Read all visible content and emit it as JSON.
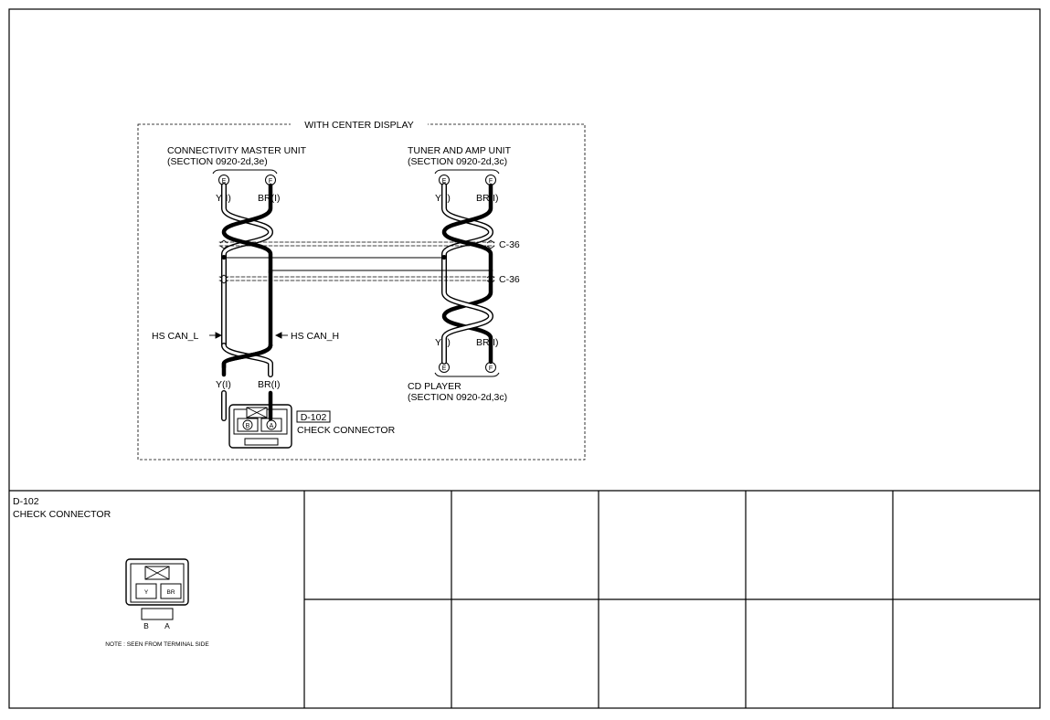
{
  "frame_label": "WITH CENTER DISPLAY",
  "units": {
    "cmu": {
      "name": "CONNECTIVITY MASTER UNIT",
      "section": "(SECTION 0920-2d,3e)"
    },
    "tuner": {
      "name": "TUNER AND AMP UNIT",
      "section": "(SECTION 0920-2d,3c)"
    },
    "cd": {
      "name": "CD PLAYER",
      "section": "(SECTION 0920-2d,3c)"
    }
  },
  "pins": {
    "e": "E",
    "f": "F",
    "a": "A",
    "b": "B"
  },
  "wires": {
    "y": "Y(I)",
    "br": "BR(I)"
  },
  "connectors": {
    "c36_upper": "C-36",
    "c36_lower": "C-36"
  },
  "signals": {
    "hs_can_l": "HS CAN_L",
    "hs_can_h": "HS CAN_H"
  },
  "check_connector": {
    "code": "D-102",
    "label": "CHECK CONNECTOR",
    "pin_y": "Y",
    "pin_br": "BR",
    "terminal_b": "B",
    "terminal_a": "A",
    "note": "NOTE : SEEN FROM TERMINAL SIDE"
  }
}
